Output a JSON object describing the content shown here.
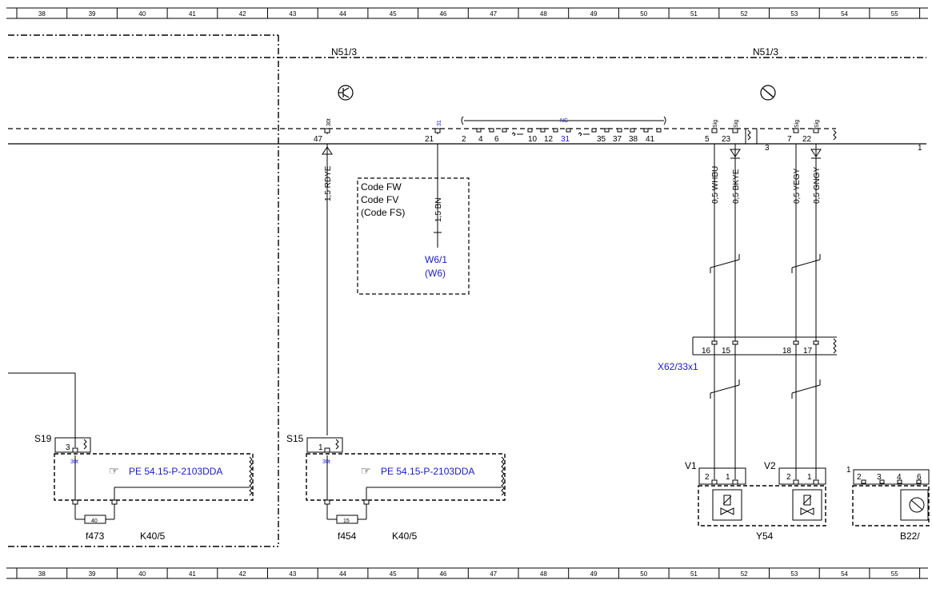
{
  "ruler": {
    "numbers": [
      "38",
      "39",
      "40",
      "41",
      "42",
      "43",
      "44",
      "45",
      "46",
      "47",
      "48",
      "49",
      "50",
      "51",
      "52",
      "53",
      "54",
      "55"
    ]
  },
  "components": {
    "n51_left": "N51/3",
    "n51_right": "N51/3",
    "x62": "X62/33x1",
    "y54": "Y54",
    "b22": "B22/",
    "v1": "V1",
    "v2": "V2",
    "s19": "S19",
    "s15": "S15",
    "f473": "f473",
    "f454": "f454",
    "k40_left": "K40/5",
    "k40_right": "K40/5",
    "w6_1": "W6/1",
    "w6": "(W6)"
  },
  "code_box": {
    "line1": "Code FW",
    "line2": "Code FV",
    "line3": "(Code FS)"
  },
  "references": {
    "left": "PE 54.15-P-2103DDA",
    "right": "PE 54.15-P-2103DDA"
  },
  "wires": {
    "rdye": "1,5 RDYE",
    "bn": "1,5 BN",
    "whbu": "0,5 WHBU",
    "bkye": "0,5 BKYE",
    "yegy": "0,5 YEGY",
    "gngy": "0,5 GNGY"
  },
  "pins": {
    "p47": "47",
    "p21": "21",
    "p2": "2",
    "p4": "4",
    "p6": "6",
    "p10": "10",
    "p12": "12",
    "p31": "31",
    "p35": "35",
    "p37": "37",
    "p38": "38",
    "p41": "41",
    "p5": "5",
    "p23": "23",
    "p3": "3",
    "p7": "7",
    "p22": "22",
    "p1": "1",
    "x16": "16",
    "x15": "15",
    "x18": "18",
    "x17": "17",
    "s19_pin": "3",
    "s15_pin": "1",
    "v1_a": "2",
    "v1_b": "1",
    "v2_a": "2",
    "v2_b": "1",
    "b22_1": "1",
    "b22_2": "2",
    "b22_3": "3",
    "b22_4": "4",
    "b22_6": "6",
    "fuse40": "40",
    "fuse15": "15"
  },
  "terminals": {
    "t30t_a": "30t",
    "t31": "31",
    "sig1": "Sig",
    "sig2": "Sig",
    "sig3": "Sig",
    "sig4": "Sig",
    "t30t_b": "30t",
    "t30t_c": "30t",
    "nc": "NC"
  },
  "colors": {
    "line": "#000000",
    "label_blue": "#1a1acc"
  }
}
